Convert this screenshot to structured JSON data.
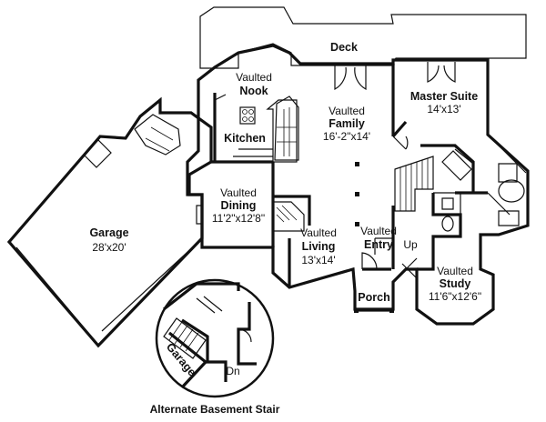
{
  "rooms": {
    "deck": {
      "name": "Deck"
    },
    "nook": {
      "line1": "Vaulted",
      "name": "Nook"
    },
    "kitchen": {
      "name": "Kitchen"
    },
    "family": {
      "line1": "Vaulted",
      "name": "Family",
      "size": "16'-2\"x14'"
    },
    "master": {
      "name": "Master Suite",
      "size": "14'x13'"
    },
    "dining": {
      "line1": "Vaulted",
      "name": "Dining",
      "size": "11'2\"x12'8\""
    },
    "garage": {
      "name": "Garage",
      "size": "28'x20'"
    },
    "living": {
      "line1": "Vaulted",
      "name": "Living",
      "size": "13'x14'"
    },
    "entry": {
      "line1": "Vaulted",
      "name": "Entry",
      "up": "Up"
    },
    "porch": {
      "name": "Porch"
    },
    "study": {
      "line1": "Vaulted",
      "name": "Study",
      "size": "11'6\"x12'6\""
    }
  },
  "inset": {
    "garage_label": "Garage",
    "down_label": "Dn"
  },
  "caption": "Alternate Basement Stair"
}
